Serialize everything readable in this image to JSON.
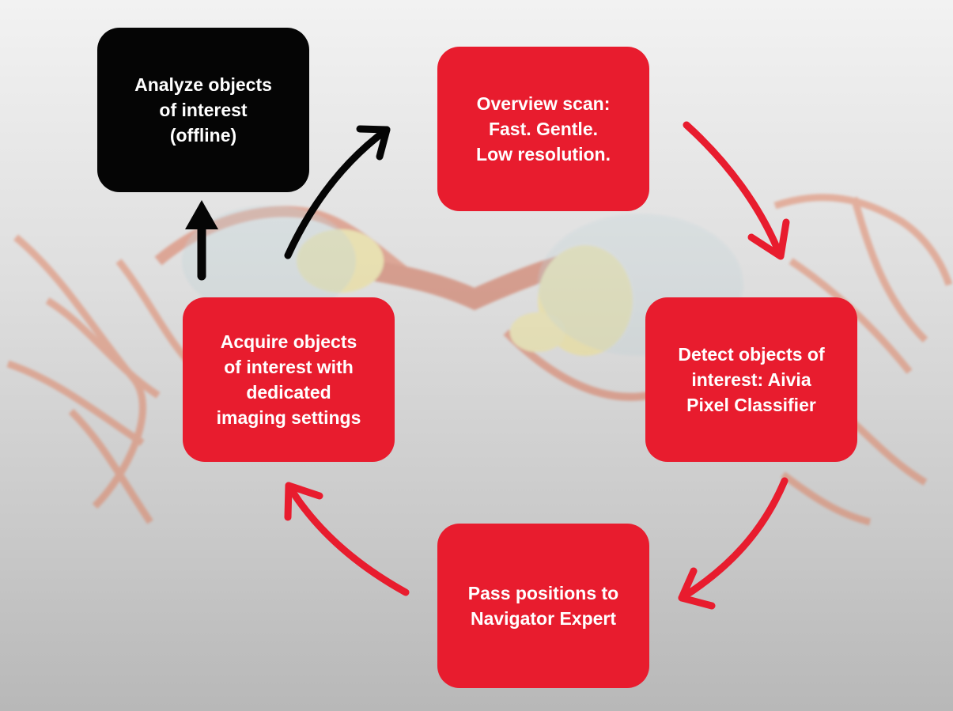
{
  "colors": {
    "red": "#e81c2e",
    "black": "#050505",
    "background": "#d9d9d9"
  },
  "nodes": {
    "analyze": "Analyze objects\nof interest\n(offline)",
    "overview": "Overview scan:\nFast. Gentle.\nLow resolution.",
    "detect": "Detect objects of\ninterest: Aivia\nPixel Classifier",
    "pass": "Pass positions to\nNavigator Expert",
    "acquire": "Acquire objects\nof interest with\ndedicated\nimaging settings"
  },
  "edges": [
    {
      "from": "overview",
      "to": "detect"
    },
    {
      "from": "detect",
      "to": "pass"
    },
    {
      "from": "pass",
      "to": "acquire"
    },
    {
      "from": "acquire",
      "to": "overview"
    },
    {
      "from": "acquire",
      "to": "analyze"
    }
  ]
}
